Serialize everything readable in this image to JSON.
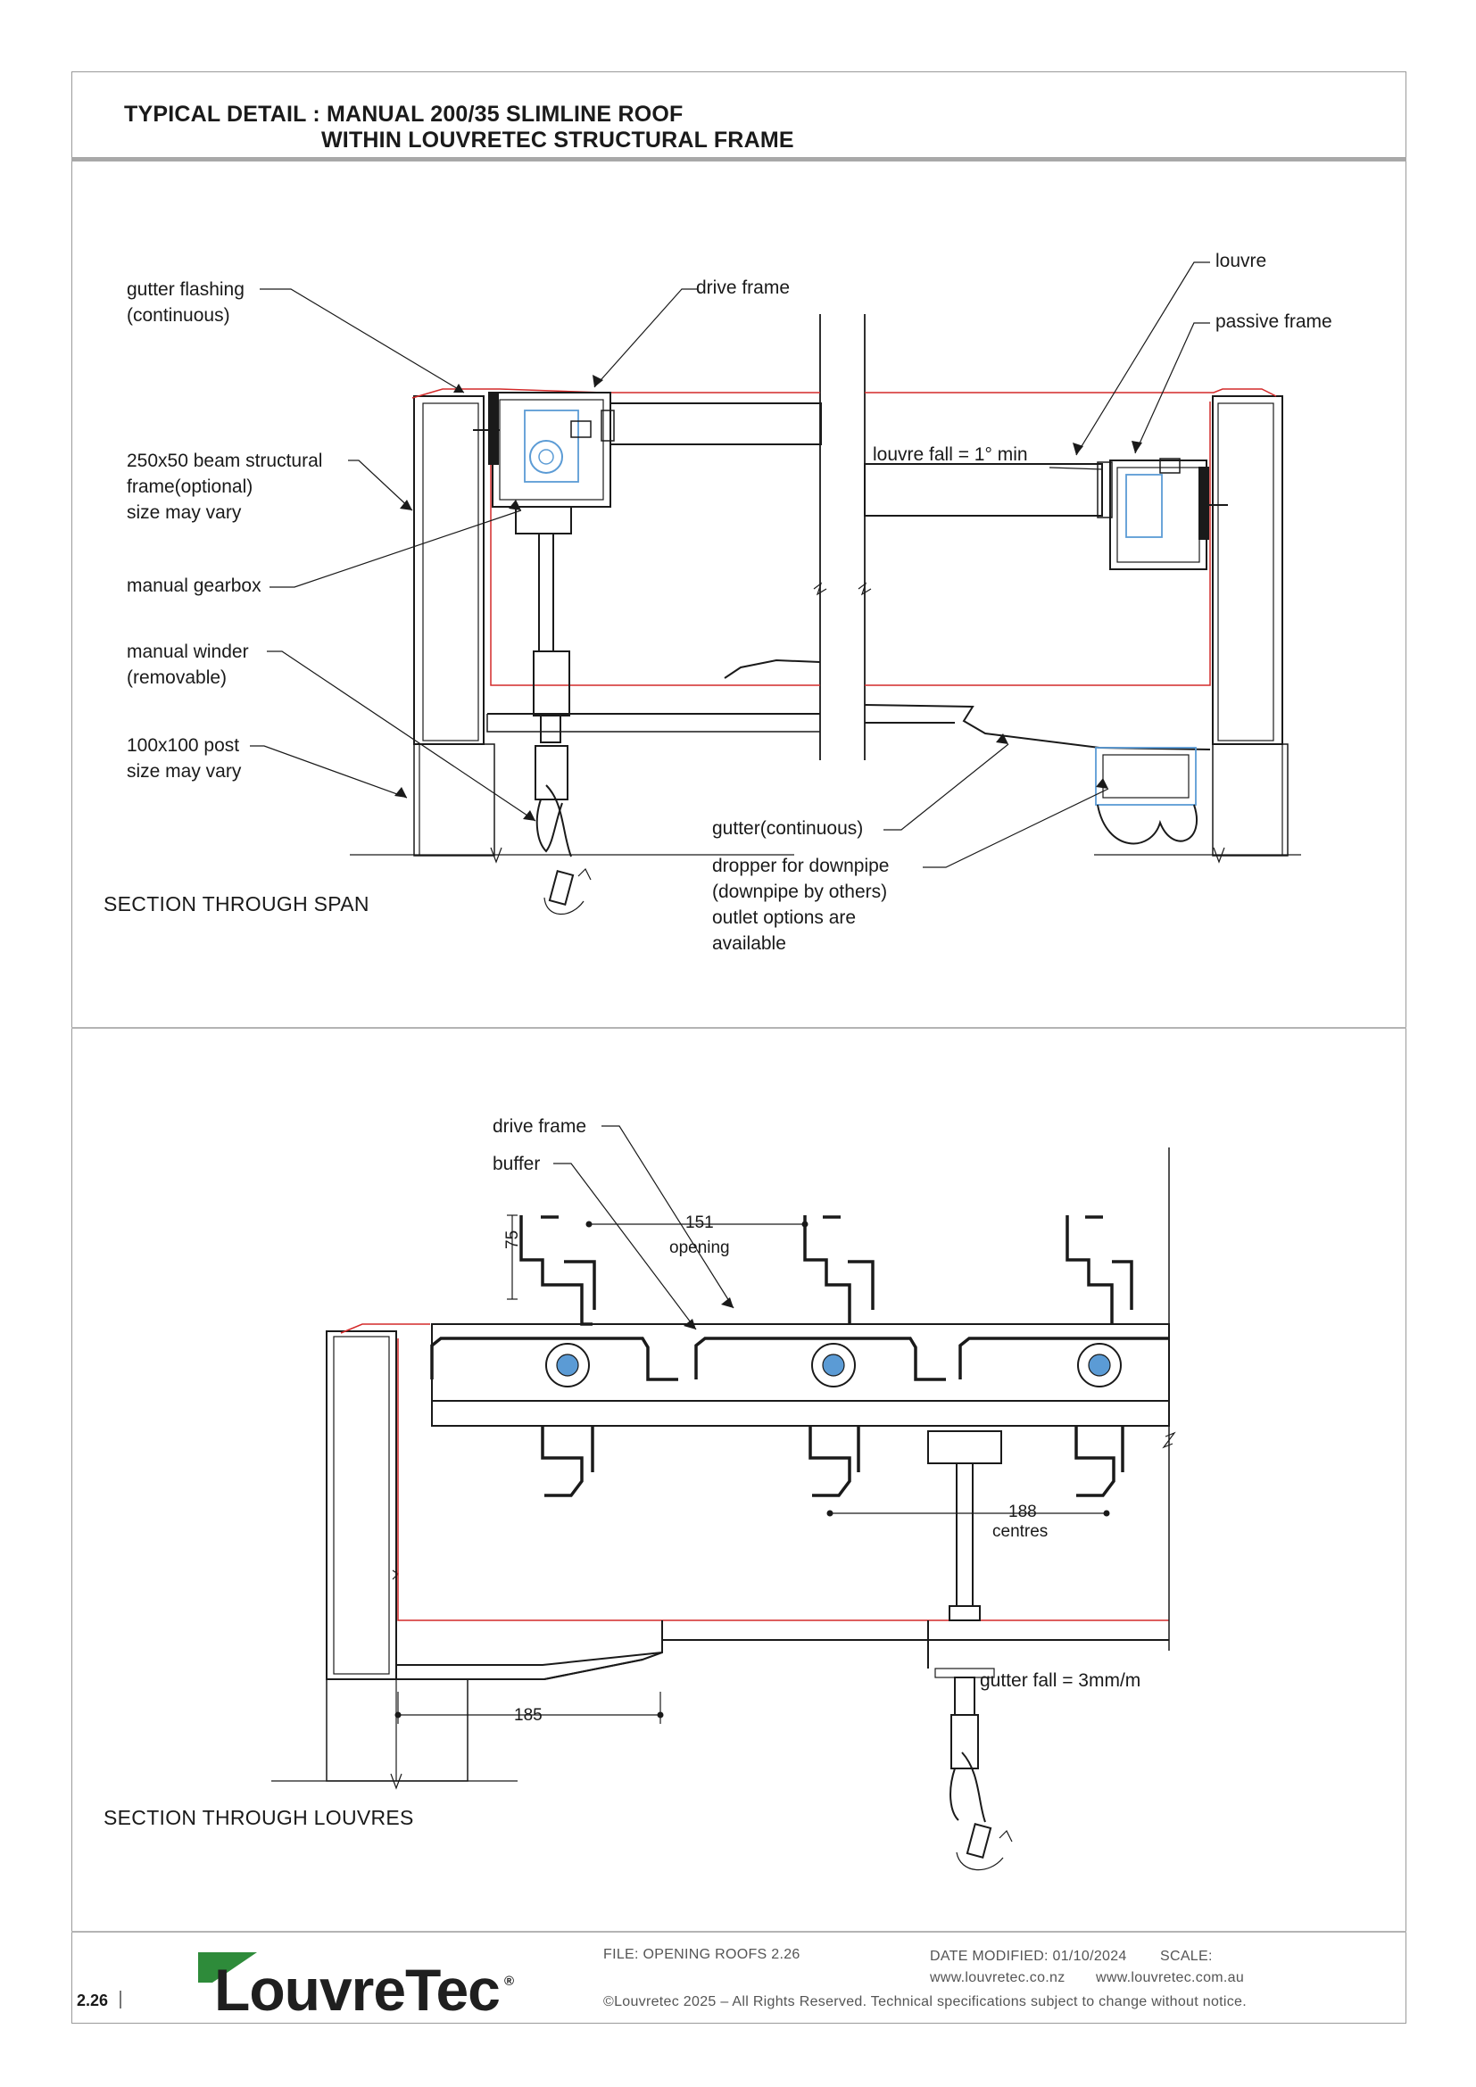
{
  "title": {
    "line1": "TYPICAL DETAIL : MANUAL  200/35 SLIMLINE ROOF",
    "line2": "WITHIN LOUVRETEC STRUCTURAL FRAME"
  },
  "span_section": {
    "caption": "SECTION THROUGH SPAN",
    "labels": {
      "gutter_flashing": "gutter flashing\n(continuous)",
      "drive_frame": "drive frame",
      "louvre": "louvre",
      "passive_frame": "passive frame",
      "beam": "250x50 beam structural\nframe(optional)\nsize may vary",
      "louvre_fall": "louvre fall = 1° min",
      "manual_gearbox": "manual gearbox",
      "manual_winder": "manual winder\n(removable)",
      "post": "100x100 post\nsize may vary",
      "gutter": "gutter(continuous)",
      "dropper": "dropper for downpipe\n(downpipe by others)\noutlet options are\navailable"
    }
  },
  "louvre_section": {
    "caption": "SECTION THROUGH LOUVRES",
    "labels": {
      "drive_frame": "drive frame",
      "buffer": "buffer",
      "gutter_fall": "gutter fall = 3mm/m"
    },
    "dimensions": {
      "opening_value": "151",
      "opening_label": "opening",
      "height_value": "75",
      "centres_value": "188",
      "centres_label": "centres",
      "edge_value": "185"
    }
  },
  "footer": {
    "page_number": "2.26",
    "brand": "LouvreTec",
    "brand_mark": "®",
    "file": "FILE: OPENING ROOFS 2.26",
    "date_modified": "DATE MODIFIED: 01/10/2024",
    "scale": "SCALE:",
    "website_nz": "www.louvretec.co.nz",
    "website_au": "www.louvretec.com.au",
    "copyright": "©Louvretec 2025 – All Rights Reserved. Technical specifications subject to change without notice."
  },
  "colors": {
    "line": "#1a1a1a",
    "flashing_red": "#d42a2a",
    "mechanism_blue": "#5b9bd5",
    "logo_green": "#2e8b3a",
    "frame_grey": "#a8a8a8"
  }
}
